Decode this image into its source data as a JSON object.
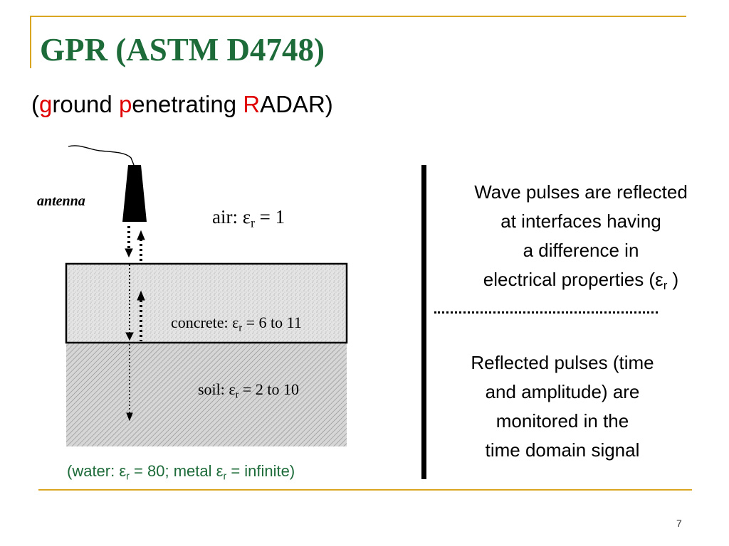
{
  "header": {
    "title": "GPR (ASTM D4748)",
    "subtitle": {
      "open": "(",
      "g": "g",
      "round": "round ",
      "p": "p",
      "enetrating": "enetrating ",
      "R": "R",
      "adar": "ADAR",
      "close": ")"
    }
  },
  "diagram": {
    "antenna_label": "antenna",
    "air": {
      "prefix": "air: ",
      "symbol": "ε",
      "sub": "r",
      "rest": " = 1"
    },
    "concrete": {
      "prefix": "concrete: ",
      "symbol": "ε",
      "sub": "r",
      "rest": " = 6 to 11"
    },
    "soil": {
      "prefix": "soil: ",
      "symbol": "ε",
      "sub": "r",
      "rest": " = 2 to 10"
    },
    "note": {
      "p1": "(water: ",
      "sym1": "ε",
      "sub1": "r",
      "p2": " = 80; metal ",
      "sym2": "ε",
      "sub2": "r",
      "p3": " = infinite)"
    }
  },
  "right_text": {
    "para1_lines": [
      "Wave pulses are reflected",
      "at interfaces having",
      "a difference in"
    ],
    "para1_last": {
      "text": "electrical properties (",
      "symbol": "ε",
      "sub": "r",
      "close": " )"
    },
    "para2_lines": [
      "Reflected pulses (time",
      "and amplitude) are",
      "monitored in the",
      "time domain signal"
    ]
  },
  "page_number": "7",
  "colors": {
    "title": "#1E6B3A",
    "accent_red": "#E00000",
    "rule": "#DAA520",
    "note": "#1E6B3A"
  }
}
